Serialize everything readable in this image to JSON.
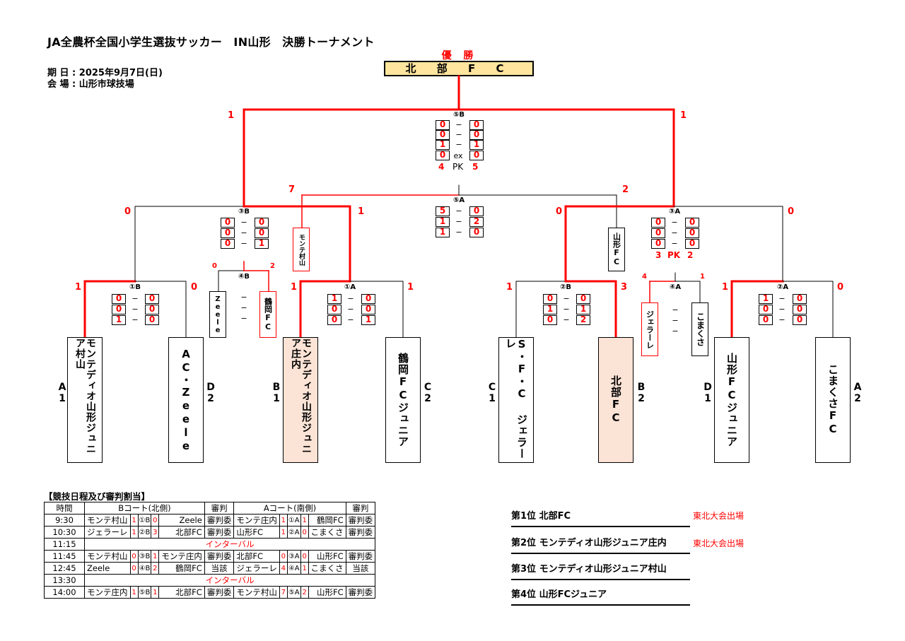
{
  "title": "JA全農杯全国小学生選抜サッカー　IN山形　決勝トーナメント",
  "info": {
    "date": "期 日 : 2025年9月7日(日)",
    "venue": "会 場 : 山形市球技場"
  },
  "champion": {
    "label": "優 勝",
    "team": "北 部 F C"
  },
  "teams": [
    {
      "name": "モンテディオ山形ジュニア村山",
      "seed": "A1"
    },
    {
      "name": "AC・Zeele",
      "seed": "D2"
    },
    {
      "name": "モンテディオ山形ジュニア庄内",
      "seed": "B1"
    },
    {
      "name": "鶴岡FCジュニア",
      "seed": "C2"
    },
    {
      "name": "S・F・C ジェラーレ",
      "seed": "C1"
    },
    {
      "name": "北部FC",
      "seed": "B2"
    },
    {
      "name": "山形FCジュニア",
      "seed": "D1"
    },
    {
      "name": "こまくさFC",
      "seed": "A2"
    }
  ],
  "mini_teams": {
    "zeele": "Zeele",
    "tsuruoka": "鶴岡FC",
    "murayama": "モンテ村山",
    "yamagata": "山形FC",
    "gerare": "ジェラーレ",
    "komakusa": "こまくさ"
  },
  "matches": {
    "m1B": {
      "label": "①B",
      "left": [
        "0",
        "0",
        "1"
      ],
      "right": [
        "0",
        "0",
        "0"
      ],
      "l_total": "1",
      "r_total": "0"
    },
    "m1A": {
      "label": "①A",
      "left": [
        "1",
        "0",
        "0"
      ],
      "right": [
        "0",
        "0",
        "1"
      ],
      "l_total": "1",
      "r_total": "1"
    },
    "m2B": {
      "label": "②B",
      "left": [
        "0",
        "1",
        "0"
      ],
      "right": [
        "0",
        "1",
        "2"
      ],
      "l_total": "1",
      "r_total": "3"
    },
    "m2A": {
      "label": "②A",
      "left": [
        "1",
        "0",
        "0"
      ],
      "right": [
        "0",
        "0",
        "0"
      ],
      "l_total": "1",
      "r_total": "0"
    },
    "m3B": {
      "label": "③B",
      "left": [
        "0",
        "0",
        "0"
      ],
      "right": [
        "0",
        "0",
        "1"
      ],
      "l_total": "0",
      "r_total": "1"
    },
    "m3A": {
      "label": "③A",
      "left": [
        "0",
        "0",
        "0"
      ],
      "right": [
        "0",
        "0",
        "0"
      ],
      "l_total": "0",
      "r_total": "0",
      "pk": "PK",
      "pk_l": "3",
      "pk_r": "2"
    },
    "m4B": {
      "label": "④B",
      "l_total": "0",
      "r_total": "2"
    },
    "m4A": {
      "label": "④A",
      "l_total": "4",
      "r_total": "1"
    },
    "m5A": {
      "label": "⑤A",
      "left": [
        "5",
        "1",
        "1"
      ],
      "right": [
        "0",
        "2",
        "0"
      ],
      "l_total": "7",
      "r_total": "2"
    },
    "m5B": {
      "label": "⑤B",
      "left": [
        "0",
        "0",
        "1",
        "0"
      ],
      "right": [
        "0",
        "0",
        "1",
        "0"
      ],
      "l_total": "1",
      "r_total": "1",
      "ex": "ex",
      "pk": "PK",
      "pk_l": "4",
      "pk_r": "5"
    }
  },
  "schedule": {
    "title": "【競技日程及び審判割当】",
    "headers": [
      "時間",
      "Bコート(北側)",
      "審判",
      "Aコート(南側)",
      "審判"
    ],
    "rows": [
      {
        "time": "9:30",
        "b_home": "モンテ村山",
        "b_hs": "1",
        "b_m": "①B",
        "b_as": "0",
        "b_away": "Zeele",
        "b_ref": "審判委",
        "a_home": "モンテ庄内",
        "a_hs": "1",
        "a_m": "①A",
        "a_as": "1",
        "a_away": "鶴岡FC",
        "a_ref": "審判委"
      },
      {
        "time": "10:30",
        "b_home": "ジェラーレ",
        "b_hs": "1",
        "b_m": "②B",
        "b_as": "3",
        "b_away": "北部FC",
        "b_ref": "審判委",
        "a_home": "山形FC",
        "a_hs": "1",
        "a_m": "②A",
        "a_as": "0",
        "a_away": "こまくさ",
        "a_ref": "審判委"
      },
      {
        "time": "11:15",
        "interval": "インターバル"
      },
      {
        "time": "11:45",
        "b_home": "モンテ村山",
        "b_hs": "0",
        "b_m": "③B",
        "b_as": "1",
        "b_away": "モンテ庄内",
        "b_ref": "審判委",
        "a_home": "北部FC",
        "a_hs": "0",
        "a_m": "③A",
        "a_as": "0",
        "a_away": "山形FC",
        "a_ref": "審判委"
      },
      {
        "time": "12:45",
        "b_home": "Zeele",
        "b_hs": "0",
        "b_m": "④B",
        "b_as": "2",
        "b_away": "鶴岡FC",
        "b_ref": "当該",
        "a_home": "ジェラーレ",
        "a_hs": "4",
        "a_m": "④A",
        "a_as": "1",
        "a_away": "こまくさ",
        "a_ref": "当該"
      },
      {
        "time": "13:30",
        "interval": "インターバル"
      },
      {
        "time": "14:00",
        "b_home": "モンテ庄内",
        "b_hs": "1",
        "b_m": "⑤B",
        "b_as": "1",
        "b_away": "北部FC",
        "b_ref": "審判委",
        "a_home": "モンテ村山",
        "a_hs": "7",
        "a_m": "⑤A",
        "a_as": "2",
        "a_away": "山形FC",
        "a_ref": "審判委"
      }
    ]
  },
  "ranking": [
    {
      "text": "第1位 北部FC",
      "note": "東北大会出場"
    },
    {
      "text": "第2位 モンテディオ山形ジュニア庄内",
      "note": "東北大会出場"
    },
    {
      "text": "第3位 モンテディオ山形ジュニア村山",
      "note": ""
    },
    {
      "text": "第4位 山形FCジュニア",
      "note": ""
    }
  ],
  "colors": {
    "win": "#ff0000",
    "line": "#000000",
    "champion_bg": "#ffe59e",
    "highlight": "#fbe3d6"
  }
}
